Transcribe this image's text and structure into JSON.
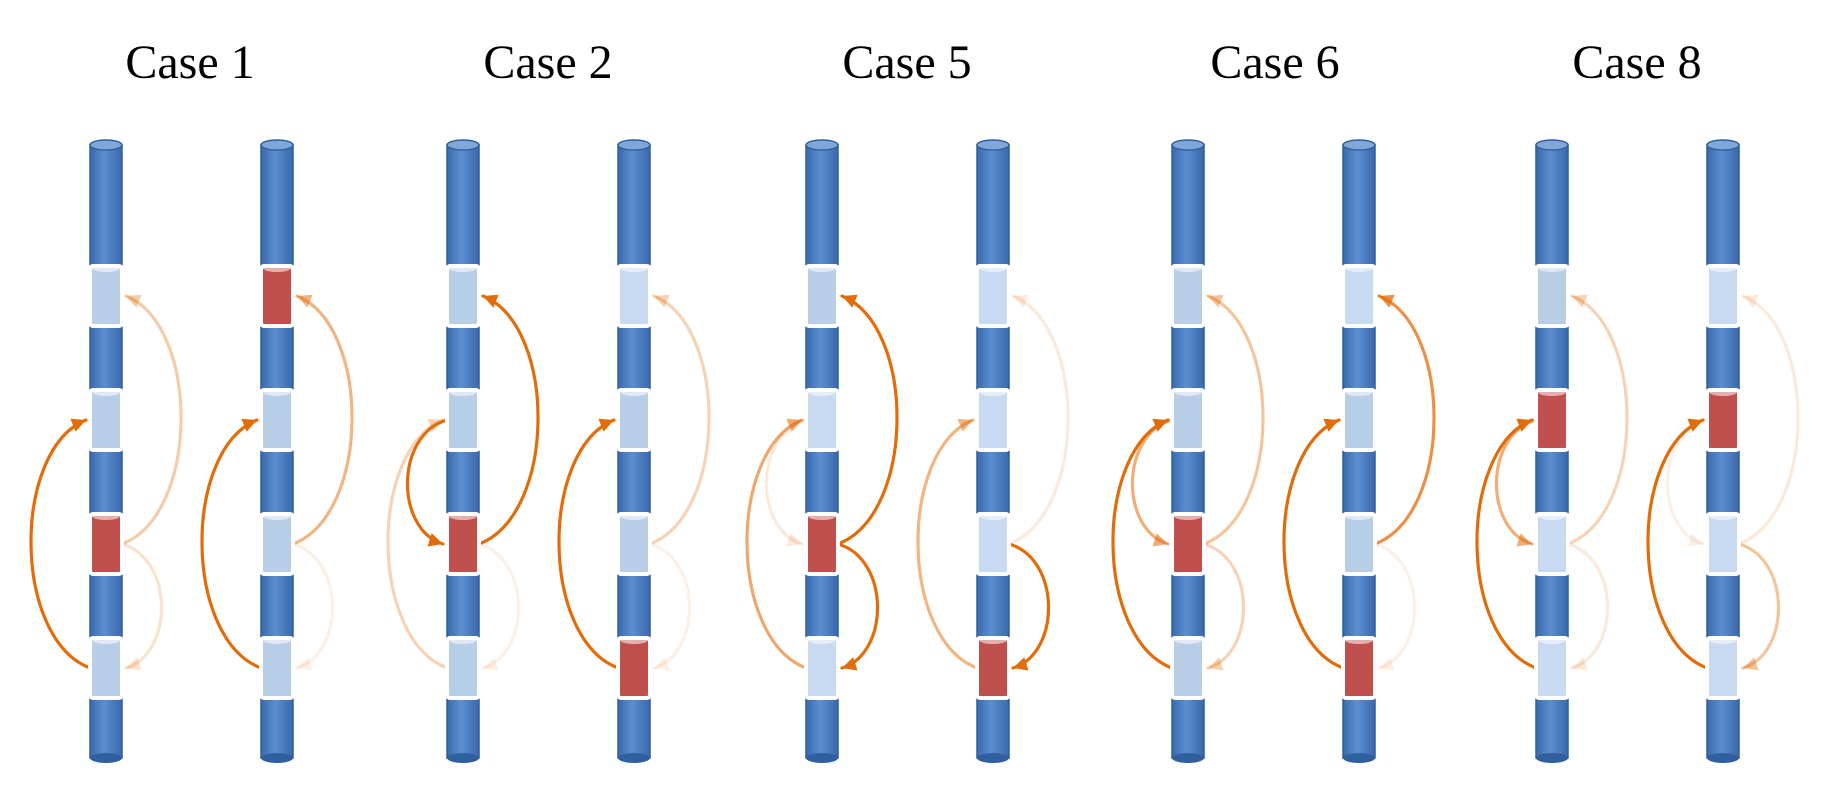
{
  "colors": {
    "rod": "#4a7cbf",
    "rod_edge": "#2f5f9e",
    "rod_top": "#7fa7da",
    "segment_light": "#b8cde6",
    "segment_lighter": "#c8daf2",
    "segment_red": "#c0504d",
    "segment_border": "#ffffff",
    "arrow": "#e36c0a"
  },
  "cases": [
    {
      "title": "Case 1",
      "rods": [
        {
          "segments": [
            "light",
            "light",
            "red",
            "light"
          ],
          "arrows": [
            {
              "from": 3,
              "to": 1,
              "side": "left",
              "opacity": 1.0
            },
            {
              "from": 2,
              "to": 0,
              "side": "right",
              "opacity": 0.35
            },
            {
              "from": 2,
              "to": 3,
              "side": "right",
              "opacity": 0.2
            }
          ]
        },
        {
          "segments": [
            "red",
            "light",
            "light",
            "light"
          ],
          "arrows": [
            {
              "from": 3,
              "to": 1,
              "side": "left",
              "opacity": 1.0
            },
            {
              "from": 2,
              "to": 0,
              "side": "right",
              "opacity": 0.5
            },
            {
              "from": 2,
              "to": 3,
              "side": "right",
              "opacity": 0.1
            }
          ]
        }
      ]
    },
    {
      "title": "Case 2",
      "rods": [
        {
          "segments": [
            "light",
            "light",
            "red",
            "light"
          ],
          "arrows": [
            {
              "from": 1,
              "to": 2,
              "side": "left",
              "opacity": 1.0
            },
            {
              "from": 2,
              "to": 0,
              "side": "right",
              "opacity": 1.0
            },
            {
              "from": 3,
              "to": 1,
              "side": "left",
              "opacity": 0.3
            },
            {
              "from": 2,
              "to": 3,
              "side": "right",
              "opacity": 0.1
            }
          ]
        },
        {
          "segments": [
            "lighter",
            "light",
            "light",
            "red"
          ],
          "arrows": [
            {
              "from": 3,
              "to": 1,
              "side": "left",
              "opacity": 1.0
            },
            {
              "from": 2,
              "to": 0,
              "side": "right",
              "opacity": 0.3
            },
            {
              "from": 2,
              "to": 3,
              "side": "right",
              "opacity": 0.1
            }
          ]
        }
      ]
    },
    {
      "title": "Case 5",
      "rods": [
        {
          "segments": [
            "light",
            "lighter",
            "red",
            "lighter"
          ],
          "arrows": [
            {
              "from": 2,
              "to": 0,
              "side": "right",
              "opacity": 1.0
            },
            {
              "from": 2,
              "to": 3,
              "side": "right",
              "opacity": 1.0
            },
            {
              "from": 3,
              "to": 1,
              "side": "left",
              "opacity": 0.6
            },
            {
              "from": 1,
              "to": 2,
              "side": "left",
              "opacity": 0.15
            }
          ]
        },
        {
          "segments": [
            "lighter",
            "lighter",
            "lighter",
            "red"
          ],
          "arrows": [
            {
              "from": 2,
              "to": 3,
              "side": "right",
              "opacity": 1.0
            },
            {
              "from": 3,
              "to": 1,
              "side": "left",
              "opacity": 0.5
            },
            {
              "from": 2,
              "to": 0,
              "side": "right",
              "opacity": 0.15
            }
          ]
        }
      ]
    },
    {
      "title": "Case 6",
      "rods": [
        {
          "segments": [
            "light",
            "light",
            "red",
            "light"
          ],
          "arrows": [
            {
              "from": 3,
              "to": 1,
              "side": "left",
              "opacity": 1.0
            },
            {
              "from": 1,
              "to": 2,
              "side": "left",
              "opacity": 0.55
            },
            {
              "from": 2,
              "to": 0,
              "side": "right",
              "opacity": 0.4
            },
            {
              "from": 2,
              "to": 3,
              "side": "right",
              "opacity": 0.3
            }
          ]
        },
        {
          "segments": [
            "lighter",
            "light",
            "light",
            "red"
          ],
          "arrows": [
            {
              "from": 3,
              "to": 1,
              "side": "left",
              "opacity": 1.0
            },
            {
              "from": 2,
              "to": 0,
              "side": "right",
              "opacity": 0.75
            },
            {
              "from": 2,
              "to": 3,
              "side": "right",
              "opacity": 0.1
            }
          ]
        }
      ]
    },
    {
      "title": "Case 8",
      "rods": [
        {
          "segments": [
            "light",
            "red",
            "lighter",
            "lighter"
          ],
          "arrows": [
            {
              "from": 3,
              "to": 1,
              "side": "left",
              "opacity": 1.0
            },
            {
              "from": 1,
              "to": 2,
              "side": "left",
              "opacity": 0.55
            },
            {
              "from": 2,
              "to": 0,
              "side": "right",
              "opacity": 0.3
            },
            {
              "from": 2,
              "to": 3,
              "side": "right",
              "opacity": 0.15
            }
          ]
        },
        {
          "segments": [
            "lighter",
            "red",
            "lighter",
            "lighter"
          ],
          "arrows": [
            {
              "from": 3,
              "to": 1,
              "side": "left",
              "opacity": 1.0
            },
            {
              "from": 2,
              "to": 3,
              "side": "right",
              "opacity": 0.4
            },
            {
              "from": 2,
              "to": 0,
              "side": "right",
              "opacity": 0.15
            },
            {
              "from": 1,
              "to": 2,
              "side": "left",
              "opacity": 0.1
            }
          ]
        }
      ]
    }
  ]
}
